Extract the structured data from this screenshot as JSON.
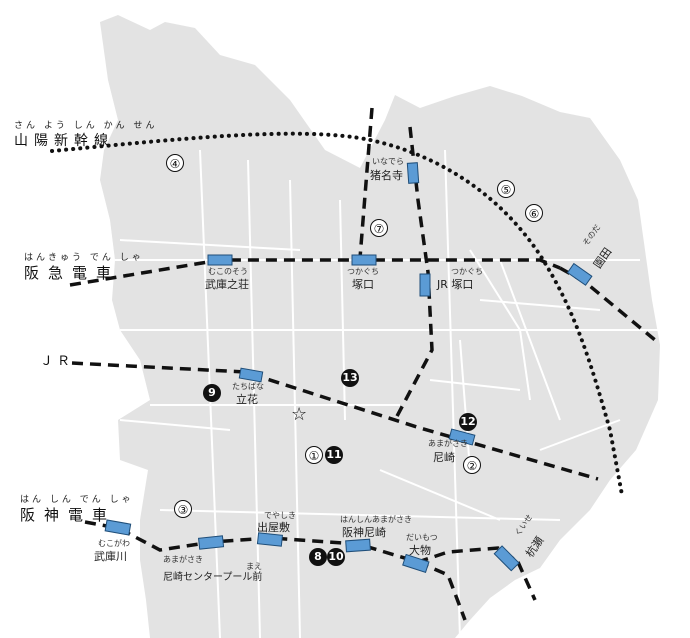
{
  "lines": {
    "sanyo": {
      "name": "山陽新幹線",
      "ruby": "さん よう しん かん せん"
    },
    "hankyu": {
      "name": "阪急電車",
      "ruby": "はんきゅう でん しゃ"
    },
    "jr": {
      "name": "ＪＲ"
    },
    "hanshin": {
      "name": "阪神電車",
      "ruby": "はん しん でん しゃ"
    }
  },
  "stations": {
    "inadera": {
      "name": "猪名寺",
      "ruby": "いなでら"
    },
    "tsukaguchi": {
      "name": "塚口",
      "ruby": "つかぐち"
    },
    "mukonoso": {
      "name": "武庫之荘",
      "ruby": "むこのそう"
    },
    "jr_tsukaguchi": {
      "name": "JR 塚口",
      "ruby": "つかぐち"
    },
    "sonoda": {
      "name": "園田",
      "ruby": "そのだ"
    },
    "tachibana": {
      "name": "立花",
      "ruby": "たちばな"
    },
    "amagasaki": {
      "name": "尼崎",
      "ruby": "あまがさき"
    },
    "mukogawa": {
      "name": "武庫川",
      "ruby": "むこがわ"
    },
    "center_pool": {
      "name": "尼崎センタープール前",
      "ruby_a": "あまがさき",
      "ruby_b": "まえ"
    },
    "deyashiki": {
      "name": "出屋敷",
      "ruby": "でやしき"
    },
    "hanshin_amagasaki": {
      "name": "阪神尼崎",
      "ruby": "はんしんあまがさき"
    },
    "daimotsu": {
      "name": "大物",
      "ruby": "だいもつ"
    },
    "kuise": {
      "name": "杭瀬",
      "ruby": "くいせ"
    }
  },
  "markers": {
    "m1": "①",
    "m2": "②",
    "m3": "③",
    "m4": "④",
    "m5": "⑤",
    "m6": "⑥",
    "m7": "⑦",
    "m8": "8",
    "m9": "9",
    "m10": "10",
    "m11": "11",
    "m12": "12",
    "m13": "13",
    "star": "☆"
  },
  "colors": {
    "land": "#e3e3e3",
    "road": "#ffffff",
    "rail": "#111111",
    "station": "#5b9bd5",
    "station_border": "#1f4e79"
  }
}
